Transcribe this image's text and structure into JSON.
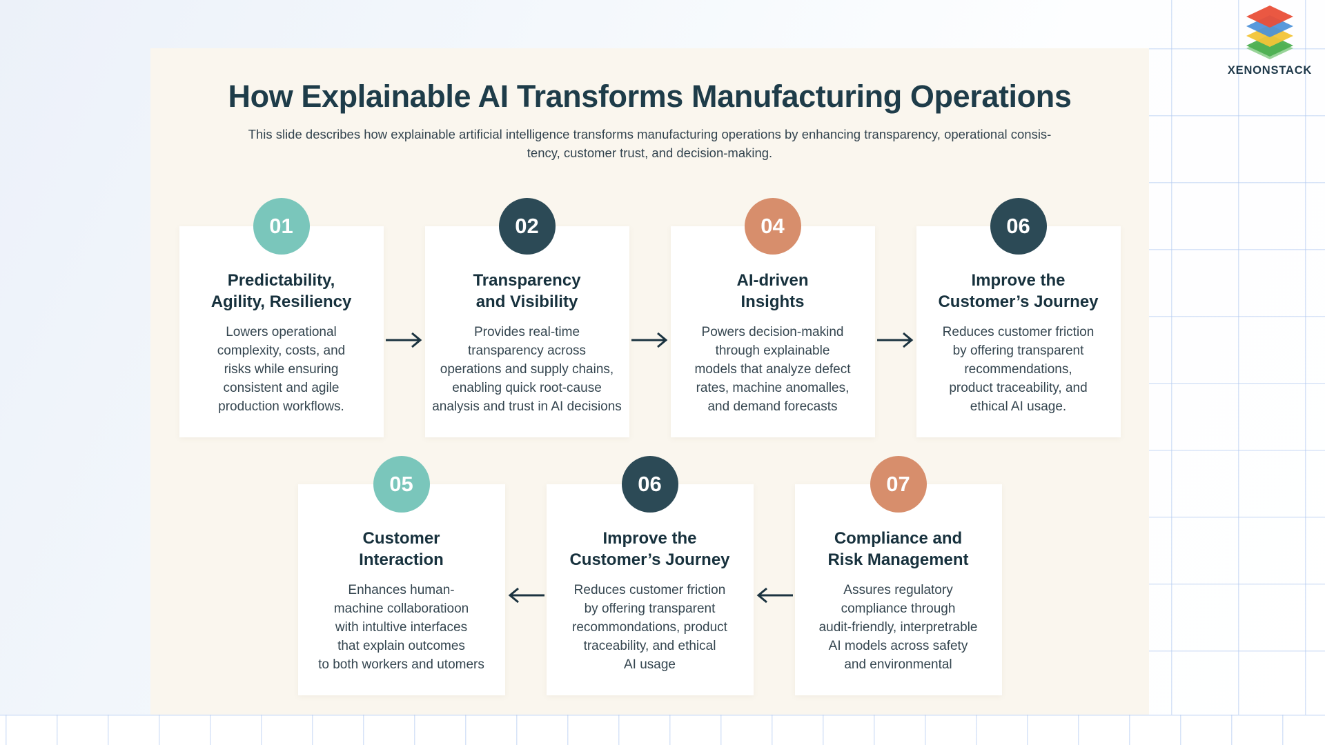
{
  "header": {
    "title": "How Explainable AI Transforms Manufacturing Operations",
    "subtitle_line1": "This slide describes how explainable artificial intelligence transforms manufacturing operations by enhancing transparency, operational consis-",
    "subtitle_line2": "tency, customer trust, and decision-making."
  },
  "logo": {
    "brand": "XENONSTACK",
    "layer_colors": [
      "#e94f38",
      "#4a90d9",
      "#f2c438",
      "#4caf50"
    ]
  },
  "colors": {
    "panel_background": "#faf6ee",
    "card_background": "#ffffff",
    "badge_teal": "#7ac6bb",
    "badge_dark_slate": "#2c4a56",
    "badge_salmon": "#d78e6c",
    "title_text": "#1e3c49",
    "body_text": "#34454f",
    "arrow": "#1b3340"
  },
  "top_row": [
    {
      "number": "01",
      "badge_color": "teal",
      "title": "Predictability,\nAgility, Resiliency",
      "body": "Lowers operational\ncomplexity, costs, and\nrisks while ensuring\nconsistent and agile\nproduction workflows."
    },
    {
      "number": "02",
      "badge_color": "dark",
      "title": "Transparency\nand Visibility",
      "body": "Provides real-time\ntransparency across\noperations and supply chains,\nenabling quick root-cause\nanalysis and trust in AI decisions"
    },
    {
      "number": "04",
      "badge_color": "salmon",
      "title": "AI-driven\nInsights",
      "body": "Powers decision-makind\nthrough explainable\nmodels that analyze defect\nrates, machine anomalles,\nand demand forecasts"
    },
    {
      "number": "06",
      "badge_color": "dark",
      "title": "Improve the\nCustomer’s Journey",
      "body": "Reduces customer friction\nby offering transparent\nrecommendations,\nproduct traceability,  and\nethical AI usage."
    }
  ],
  "bottom_row": [
    {
      "number": "05",
      "badge_color": "teal",
      "title": "Customer\nInteraction",
      "body": "Enhances human-\nmachine collaboratioon\nwith intultive interfaces\nthat explain outcomes\nto both workers and utomers"
    },
    {
      "number": "06",
      "badge_color": "dark",
      "title": "Improve the\nCustomer’s Journey",
      "body": "Reduces customer friction\nby offering transparent\nrecommondations, product\ntraceability, and ethical\nAI usage"
    },
    {
      "number": "07",
      "badge_color": "salmon",
      "title": "Compliance and\nRisk Management",
      "body": "Assures regulatory\ncompliance through\naudit-friendly, interpretrable\nAI models across safety\nand environmental"
    }
  ]
}
